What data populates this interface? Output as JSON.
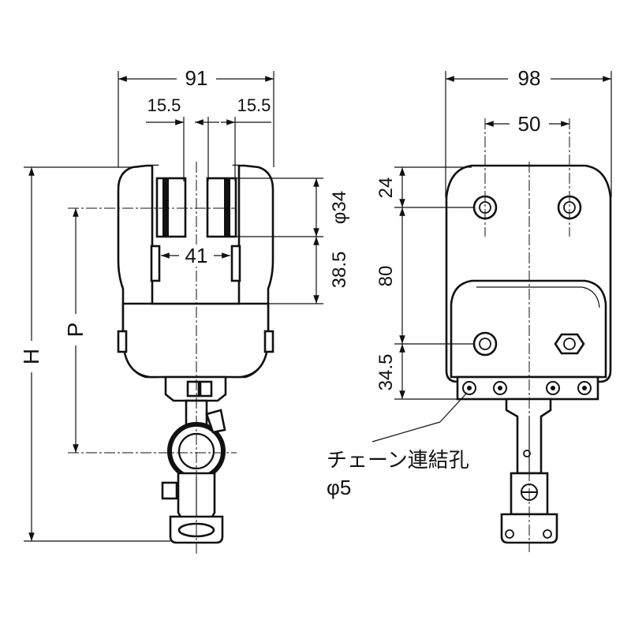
{
  "front_view": {
    "dim_width": "91",
    "dim_left_offset": "15.5",
    "dim_right_offset": "15.5",
    "dim_wheel_diameter": "φ34",
    "dim_gap": "41",
    "dim_wheel_to_base": "38.5",
    "dim_height": "H",
    "dim_pitch": "P"
  },
  "side_view": {
    "dim_width": "98",
    "dim_hole_spacing": "50",
    "dim_top": "24",
    "dim_mid": "80",
    "dim_bottom": "34.5"
  },
  "callout": {
    "label": "チェーン連結孔",
    "diameter": "φ5"
  }
}
